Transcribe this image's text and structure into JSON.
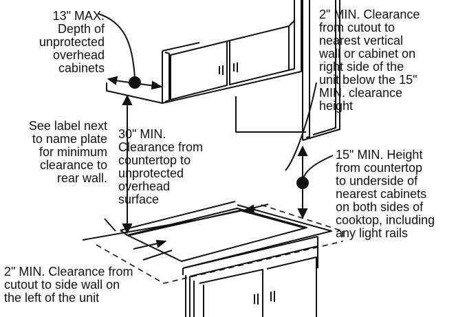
{
  "labels": {
    "max_depth": "13\" MAX.\nDepth of\nunprotected\noverhead\ncabinets",
    "right_clearance": "2\" MIN. Clearance\nfrom cutout to\nnearest vertical\nwall or cabinet on\nright side of the\nunit below the 15\"\nMIN. clearance\nheight",
    "rear_label": "See label next\nto name plate\nfor minimum\nclearance to\nrear wall.",
    "overhead_clearance": "30\" MIN.\nClearance from\ncountertop to\nunprotected\noverhead\nsurface",
    "min_height": "15\" MIN. Height\nfrom countertop\nto underside of\nnearest cabinets\non both sides of\ncooktop, including\nany light rails",
    "left_clearance": "2\" MIN. Clearance from\ncutout to side wall on\nthe left of the unit"
  },
  "colors": {
    "line": "#111111",
    "background": "#ffffff"
  }
}
